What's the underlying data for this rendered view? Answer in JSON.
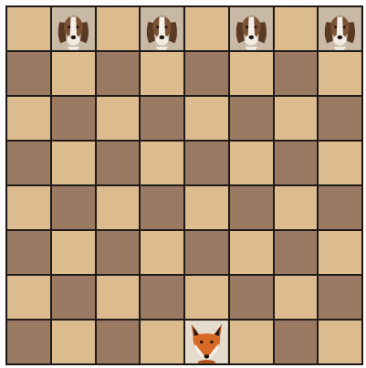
{
  "board": {
    "rows": 8,
    "cols": 8,
    "light_color": "#dcbb8e",
    "dark_color": "#9b7a63",
    "border_color": "#1e1a17"
  },
  "pieces": [
    {
      "type": "hound",
      "icon": "hound-icon",
      "row": 0,
      "col": 1
    },
    {
      "type": "hound",
      "icon": "hound-icon",
      "row": 0,
      "col": 3
    },
    {
      "type": "hound",
      "icon": "hound-icon",
      "row": 0,
      "col": 5
    },
    {
      "type": "hound",
      "icon": "hound-icon",
      "row": 0,
      "col": 7
    },
    {
      "type": "fox",
      "icon": "fox-icon",
      "row": 7,
      "col": 4
    }
  ]
}
